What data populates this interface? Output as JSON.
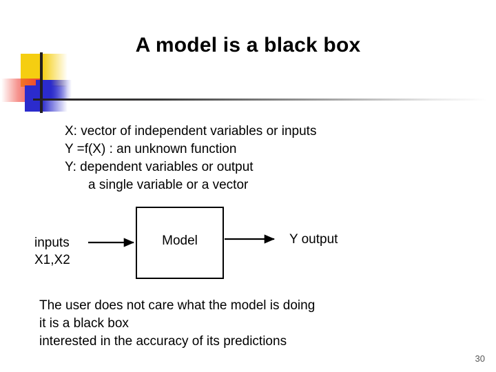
{
  "slide": {
    "title": "A model is a black box",
    "page_number": "30",
    "colors": {
      "logo_yellow": "#F5CE11",
      "logo_red": "#EE3C32",
      "logo_blue": "#2B2BCC",
      "rule_dark": "#231f20",
      "text": "#000000"
    }
  },
  "definitions": [
    {
      "text": "X: vector of independent variables or inputs",
      "indent": false
    },
    {
      "text": "Y =f(X) : an unknown function",
      "indent": false
    },
    {
      "text": "Y: dependent variables or output",
      "indent": false
    },
    {
      "text": "a single variable or a vector",
      "indent": true
    }
  ],
  "diagram": {
    "input_label_line1": "inputs",
    "input_label_line2": "X1,X2",
    "box_label": "Model",
    "output_label": "Y output"
  },
  "notes": [
    "The user does not care what the model is doing",
    "it is a black box",
    "interested in the accuracy of its predictions"
  ]
}
